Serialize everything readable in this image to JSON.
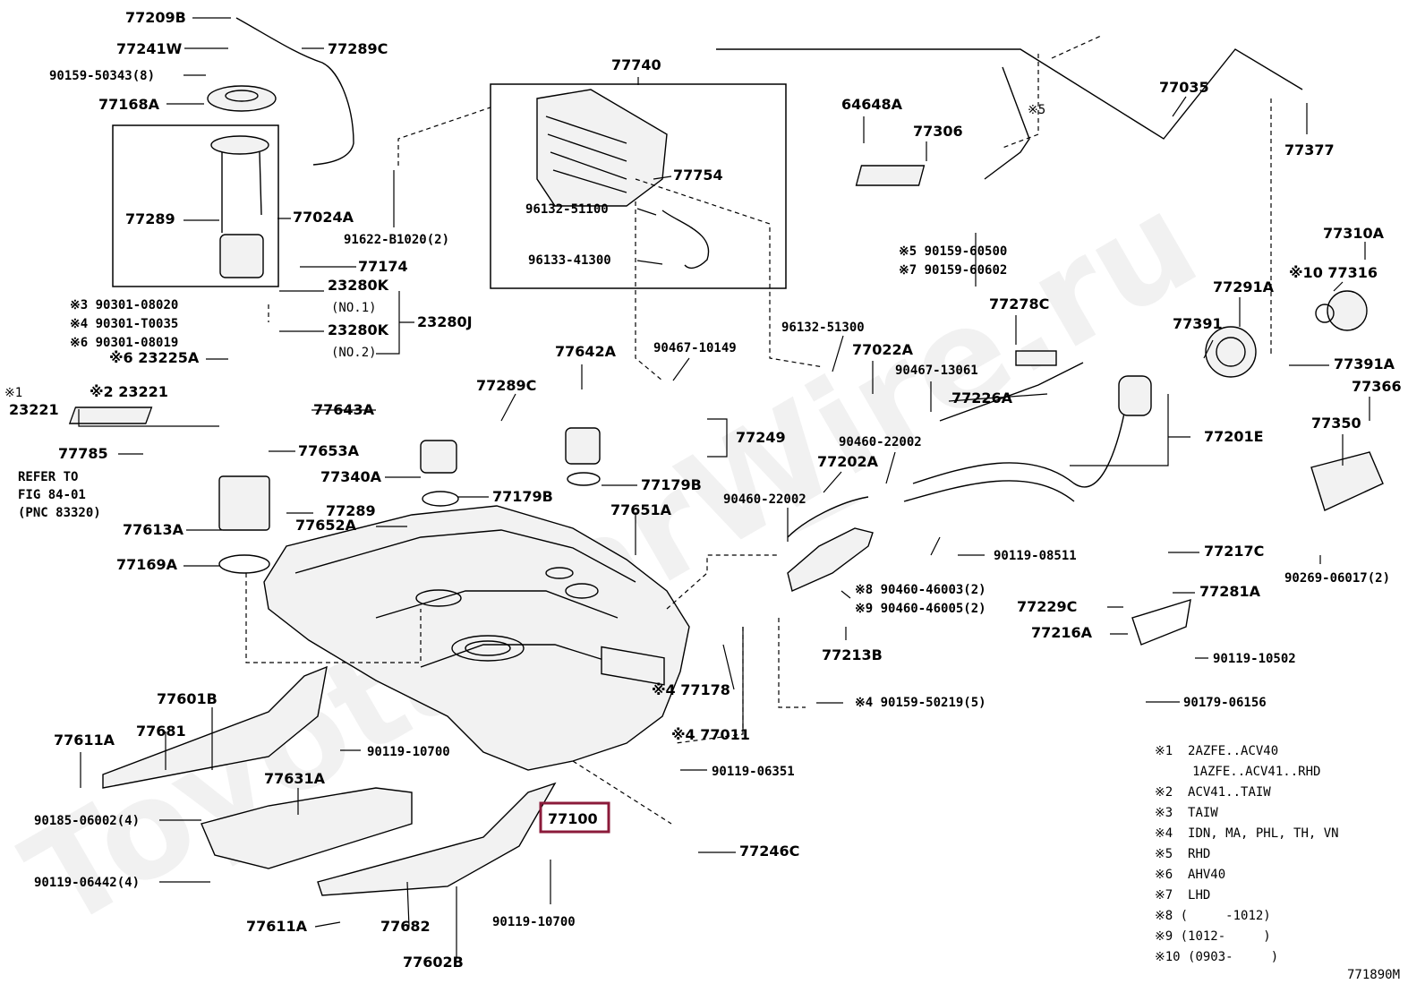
{
  "watermark": "ToyotaCarWire.ru",
  "figure_code": "771890M",
  "highlighted_part": "77100",
  "refer_note": [
    "REFER TO",
    "FIG 84-01",
    "(PNC 83320)"
  ],
  "labels": {
    "p77209B": "77209B",
    "p77241W": "77241W",
    "p77289C_a": "77289C",
    "p90159_50343": "90159-50343(8)",
    "p77168A": "77168A",
    "p77289": "77289",
    "p77024A": "77024A",
    "p77174": "77174",
    "n3_90301_08020": "※3 90301-08020",
    "n4_90301_T0035": "※4 90301-T0035",
    "n6_90301_08019": "※6 90301-08019",
    "p23280K_1": "23280K",
    "p23280K_1b": "(NO.1)",
    "p23280K_2": "23280K",
    "p23280K_2b": "(NO.2)",
    "p23280J": "23280J",
    "n6_23225A": "※6 23225A",
    "n1_mark": "※1",
    "p23221_a": "23221",
    "n2_23221": "※2 23221",
    "p77785": "77785",
    "p77613A": "77613A",
    "p77169A": "77169A",
    "p77643A": "77643A",
    "p77653A": "77653A",
    "p77340A": "77340A",
    "p77289_b": "77289",
    "p77652A": "77652A",
    "p77179B_a": "77179B",
    "p77289C_b": "77289C",
    "p77642A": "77642A",
    "p77179B_b": "77179B",
    "p77651A": "77651A",
    "p77740": "77740",
    "p96132_51100": "96132-51100",
    "p96133_41300": "96133-41300",
    "p77754": "77754",
    "p91622": "91622-B1020(2)",
    "p90467_10149": "90467-10149",
    "p77249": "77249",
    "p64648A": "64648A",
    "p77306": "77306",
    "n5_90159_60500": "※5 90159-60500",
    "n7_90159_60602": "※7 90159-60602",
    "n5_mark": "※5",
    "p77035": "77035",
    "p77377": "77377",
    "p77278C": "77278C",
    "p96132_51300": "96132-51300",
    "p77022A": "77022A",
    "p90467_13061": "90467-13061",
    "p77226A": "77226A",
    "p77201E": "77201E",
    "p90460_22002_a": "90460-22002",
    "p77202A": "77202A",
    "p90460_22002_b": "90460-22002",
    "p90119_08511": "90119-08511",
    "n8_90460_46003": "※8 90460-46003(2)",
    "n9_90460_46005": "※9 90460-46005(2)",
    "p77213B": "77213B",
    "n4_77178": "※4 77178",
    "n4_77011": "※4 77011",
    "n4_90159_50219": "※4 90159-50219(5)",
    "p77291A": "77291A",
    "p77391": "77391",
    "p77310A": "77310A",
    "n10_77316": "※10 77316",
    "p77391A": "77391A",
    "p77366": "77366",
    "p77350": "77350",
    "p90269": "90269-06017(2)",
    "p77217C": "77217C",
    "p77281A": "77281A",
    "p77229C": "77229C",
    "p77216A": "77216A",
    "p90119_10502": "90119-10502",
    "p90179_06156": "90179-06156",
    "p77601B": "77601B",
    "p77681": "77681",
    "p77611A_a": "77611A",
    "p90119_10700_a": "90119-10700",
    "p77631A": "77631A",
    "p90185": "90185-06002(4)",
    "p90119_06442": "90119-06442(4)",
    "p77611A_b": "77611A",
    "p77682": "77682",
    "p77602B": "77602B",
    "p90119_10700_b": "90119-10700",
    "p90119_06351": "90119-06351",
    "p77246C": "77246C"
  },
  "footnotes": [
    "※1  2AZFE..ACV40",
    "     1AZFE..ACV41..RHD",
    "※2  ACV41..TAIW",
    "※3  TAIW",
    "※4  IDN, MA, PHL, TH, VN",
    "※5  RHD",
    "※6  AHV40",
    "※7  LHD",
    "※8 (     -1012)",
    "※9 (1012-     )",
    "※10 (0903-     )"
  ]
}
